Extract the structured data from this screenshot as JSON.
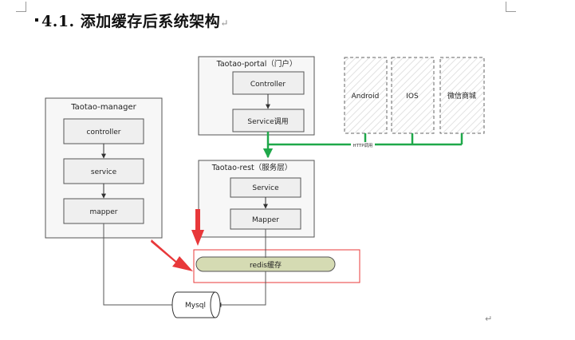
{
  "heading": {
    "number": "4.1.",
    "title": "添加缓存后系统架构",
    "mark": "↵"
  },
  "paragraph_mark": "↵",
  "diagram": {
    "manager": {
      "title": "Taotao-manager",
      "layers": [
        "controller",
        "service",
        "mapper"
      ]
    },
    "portal": {
      "title": "Taotao-portal（门户）",
      "layers": [
        "Controller",
        "Service调用"
      ]
    },
    "rest": {
      "title": "Taotao-rest（服务层）",
      "layers": [
        "Service",
        "Mapper"
      ]
    },
    "clients": [
      "Android",
      "IOS",
      "微信商城"
    ],
    "http_label": "HTTP调用",
    "cache": "redis缓存",
    "database": "Mysql",
    "colors": {
      "http_line": "#1fa84a",
      "highlight": "#e8383a",
      "cache_fill": "#d5dbb3",
      "box_fill": "#f2f2f2"
    }
  }
}
